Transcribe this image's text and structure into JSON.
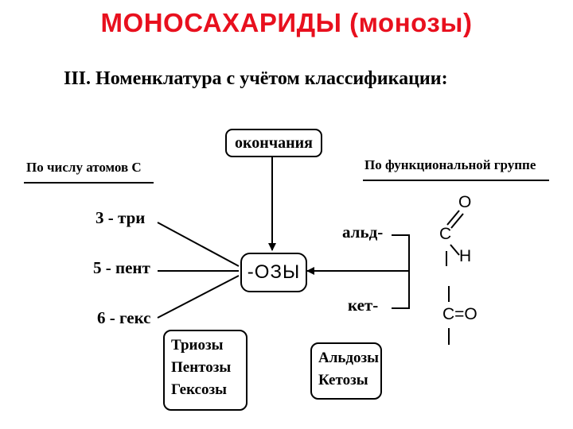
{
  "title": "МОНОСАХАРИДЫ (монозы)",
  "heading": "III. Номенклатура с учётом классификации:",
  "ending_label": "окончания",
  "left_group": {
    "heading": "По числу атомов С",
    "prefixes": [
      "3 - три",
      "5 - пент",
      "6 - гекс"
    ],
    "box_items": [
      "Триозы",
      "Пентозы",
      "Гексозы"
    ]
  },
  "center_suffix": "-ОЗЫ",
  "right_group": {
    "heading": "По функциональной группе",
    "prefixes": [
      "альд-",
      "кет-"
    ],
    "box_items": [
      "Альдозы",
      "Кетозы"
    ]
  },
  "aldehyde": {
    "c": "C",
    "o": "O",
    "h": "H"
  },
  "ketone": {
    "group": "C=O"
  },
  "colors": {
    "title": "#e8101e",
    "line": "#000000"
  }
}
